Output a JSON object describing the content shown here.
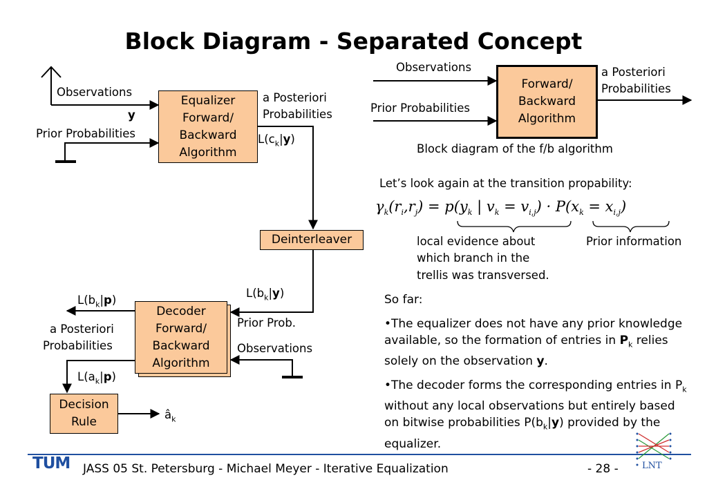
{
  "title": "Block Diagram - Separated Concept",
  "left_diagram": {
    "observations": "Observations",
    "y": "y",
    "prior_probabilities": "Prior Probabilities",
    "equalizer_box": [
      "Equalizer",
      "Forward/",
      "Backward",
      "Algorithm"
    ],
    "a_posteriori": [
      "a Posteriori",
      "Probabilities"
    ],
    "l_ck_y": "L(c",
    "deinterleaver": "Deinterleaver",
    "l_bk_y": "L(b",
    "prior_prob": "Prior Prob.",
    "observations2": "Observations",
    "decoder_box": [
      "Decoder",
      "Forward/",
      "Backward",
      "Algorithm"
    ],
    "l_bk_p": "L(b",
    "a_posteriori2": [
      "a Posteriori",
      "Probabilities"
    ],
    "l_ak_p": "L(a",
    "decision_box": [
      "Decision",
      "Rule"
    ],
    "a_hat": "â"
  },
  "right_diagram": {
    "observations": "Observations",
    "prior_probabilities": "Prior Probabilities",
    "fb_box": [
      "Forward/",
      "Backward",
      "Algorithm"
    ],
    "a_posteriori": [
      "a Posteriori",
      "Probabilities"
    ],
    "caption": "Block diagram of the f/b algorithm"
  },
  "transition": {
    "intro": "Let’s look again at the transition propability:",
    "local_evidence": [
      "local evidence about",
      "which branch in the",
      "trellis was transversed."
    ],
    "prior_information": "Prior information"
  },
  "text": {
    "so_far": "So far:",
    "bullet1_a": "•The equalizer does not have any prior knowledge available, so the formation of entries in ",
    "bullet1_b": " relies solely on the observation ",
    "bullet2_a": "•The decoder forms the corresponding entries in P",
    "bullet2_b": " without any local observations but entirely based on bitwise probabilities P(b",
    "bullet2_c": ") provided by the equalizer."
  },
  "footer": {
    "logo": "TUM",
    "text": "JASS 05 St. Petersburg  -  Michael Meyer  -  Iterative Equalization",
    "page": "- 28 -",
    "lnt": "LNT"
  },
  "colors": {
    "box_fill": "#fbc99b",
    "footer_line": "#1f4fa0",
    "tum_blue": "#1f4fa0"
  }
}
